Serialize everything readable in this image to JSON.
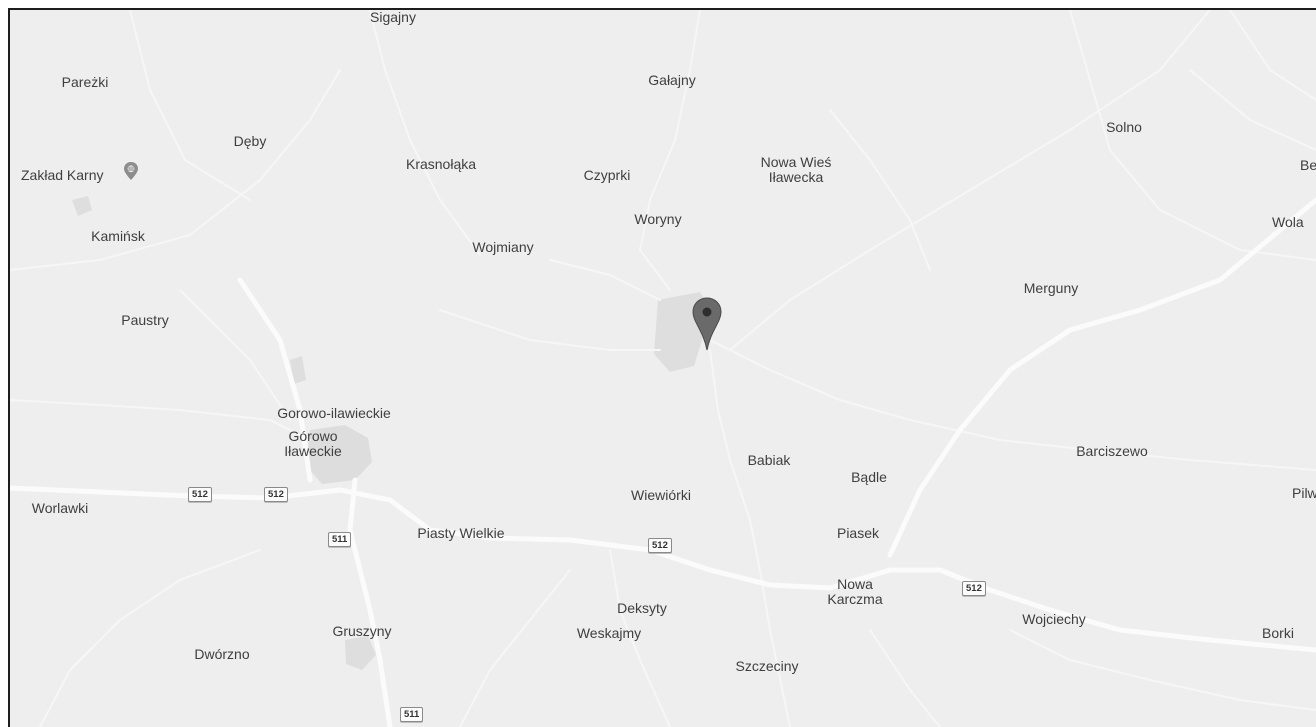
{
  "map": {
    "colors": {
      "land": "#eeeeee",
      "road": "#fbfbfb",
      "minor_road": "#f6f6f6",
      "built_up": "#dcdcdc",
      "label": "#3f3f3f",
      "marker": "#6a6a6a"
    },
    "places": [
      {
        "id": "sigajny",
        "name": "Sigajny"
      },
      {
        "id": "parezki",
        "name": "Pareżki"
      },
      {
        "id": "galajny",
        "name": "Gałajny"
      },
      {
        "id": "solno",
        "name": "Solno"
      },
      {
        "id": "deby",
        "name": "Dęby"
      },
      {
        "id": "krasnolaka",
        "name": "Krasnołąka"
      },
      {
        "id": "czyprki",
        "name": "Czyprki"
      },
      {
        "id": "nowa-wies-ilawecka",
        "name": "Nowa Wieś\nIławecka"
      },
      {
        "id": "be",
        "name": "Be"
      },
      {
        "id": "woryny",
        "name": "Woryny"
      },
      {
        "id": "wola",
        "name": "Wola"
      },
      {
        "id": "kaminsk",
        "name": "Kamińsk"
      },
      {
        "id": "wojmiany",
        "name": "Wojmiany"
      },
      {
        "id": "merguny",
        "name": "Merguny"
      },
      {
        "id": "paustry",
        "name": "Paustry"
      },
      {
        "id": "gorowo-ilawieckie",
        "name": "Gorowo-ilawieckie"
      },
      {
        "id": "gorowo-ilaweckie",
        "name": "Górowo\nIławeckie"
      },
      {
        "id": "barciszewo",
        "name": "Barciszewo"
      },
      {
        "id": "babiak",
        "name": "Babiak"
      },
      {
        "id": "badle",
        "name": "Bądle"
      },
      {
        "id": "wiewiorki",
        "name": "Wiewiórki"
      },
      {
        "id": "pilw",
        "name": "Pilw"
      },
      {
        "id": "worlawki",
        "name": "Worlawki"
      },
      {
        "id": "piasty-wielkie",
        "name": "Piasty Wielkie"
      },
      {
        "id": "piasek",
        "name": "Piasek"
      },
      {
        "id": "nowa-karczma",
        "name": "Nowa\nKarczma"
      },
      {
        "id": "deksyty",
        "name": "Deksyty"
      },
      {
        "id": "gruszyny",
        "name": "Gruszyny"
      },
      {
        "id": "weskajmy",
        "name": "Weskajmy"
      },
      {
        "id": "wojciechy",
        "name": "Wojciechy"
      },
      {
        "id": "borki",
        "name": "Borki"
      },
      {
        "id": "dworzno",
        "name": "Dwórzno"
      },
      {
        "id": "szczeciny",
        "name": "Szczeciny"
      }
    ],
    "poi": {
      "name": "Zakład Karny",
      "icon": "prison-poi-icon"
    },
    "road_shields": [
      {
        "id": "512a",
        "label": "512"
      },
      {
        "id": "512b",
        "label": "512"
      },
      {
        "id": "511a",
        "label": "511"
      },
      {
        "id": "512c",
        "label": "512"
      },
      {
        "id": "512d",
        "label": "512"
      },
      {
        "id": "511b",
        "label": "511"
      }
    ],
    "marker": {
      "icon": "location-pin-icon"
    }
  }
}
